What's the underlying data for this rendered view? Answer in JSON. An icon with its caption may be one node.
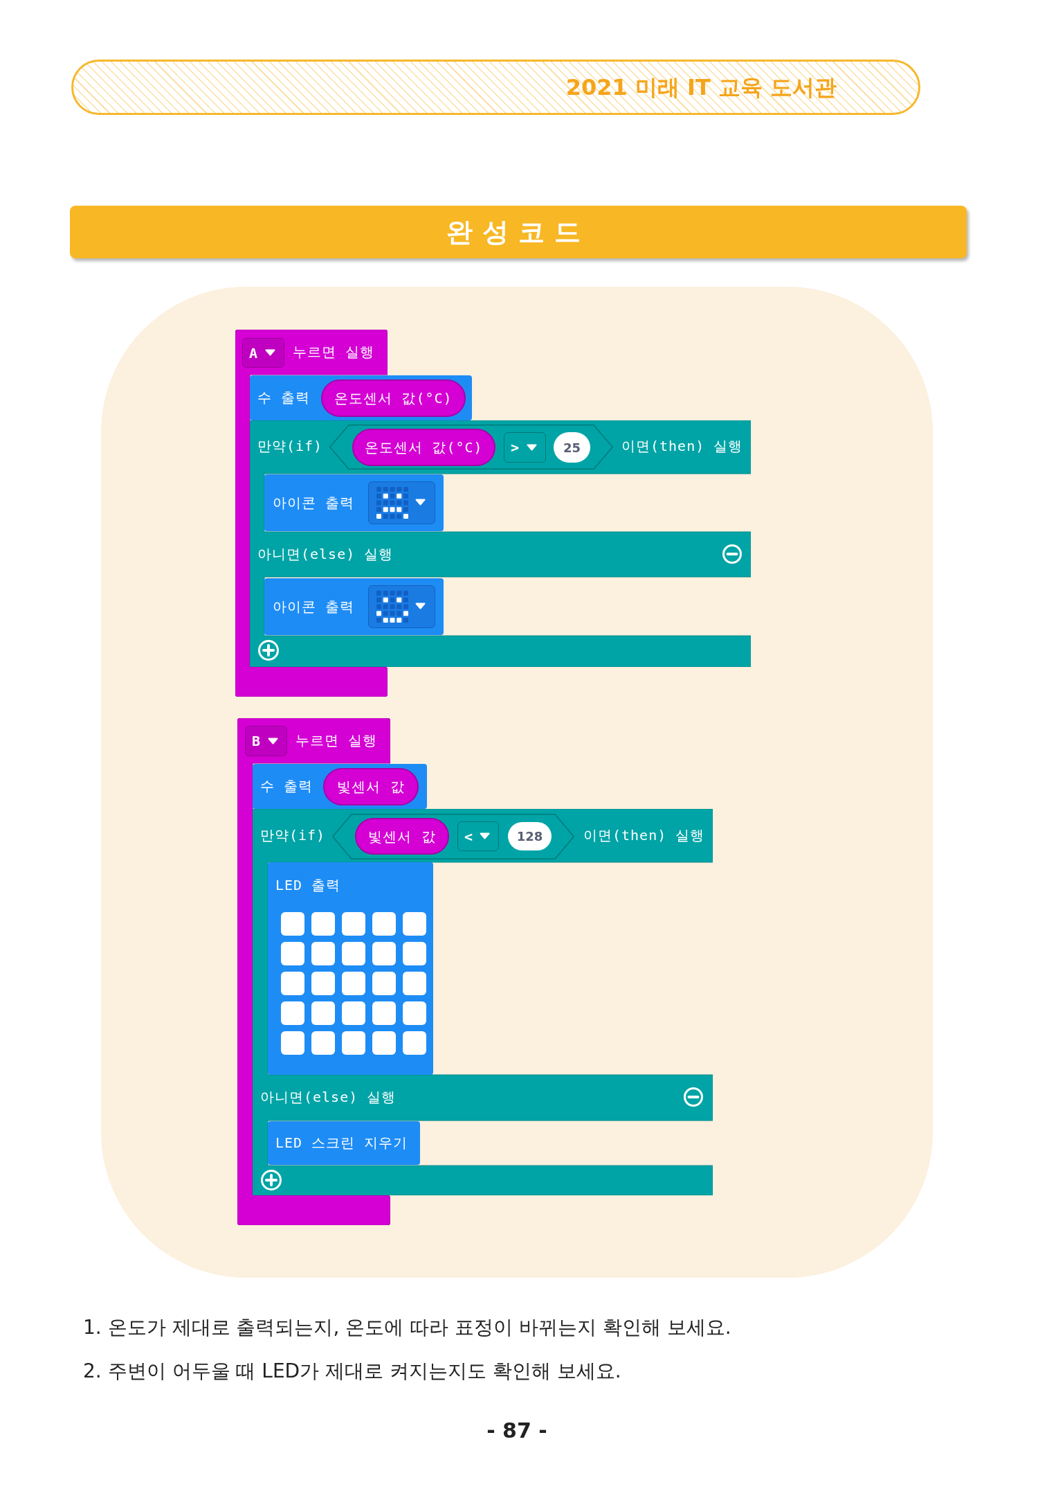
{
  "diagram": {
    "title": "완성코드",
    "nodes": [
      {
        "text": [
          "누르면 실행"
        ]
      },
      {
        "text": [
          "A"
        ],
        "in": 0
      },
      {
        "text": [
          "수 출력"
        ]
      },
      {
        "text": [
          "온도센서 값(°C)"
        ],
        "in": 2
      },
      {
        "text": [
          "만약(if)",
          "이면(then) 실행",
          "아니면(else) 실행"
        ]
      },
      {
        "text": [],
        "shape": "hexagon",
        "in": 4
      },
      {
        "text": [
          "온도센서 값(°C)"
        ],
        "in": 5
      },
      {
        "text": [
          ">"
        ],
        "in": 5
      },
      {
        "text": [
          "25"
        ],
        "in": 5
      },
      {
        "text": [
          "아이콘 출력"
        ],
        "in": 4
      },
      {
        "text": [
          "아이콘 출력"
        ],
        "in": 4
      },
      {
        "text": [
          "누르면 실행"
        ]
      },
      {
        "text": [
          "B"
        ],
        "in": 11
      },
      {
        "text": [
          "수 출력"
        ]
      },
      {
        "text": [
          "빛센서 값"
        ],
        "in": 13
      },
      {
        "text": [
          "만약(if)",
          "이면(then) 실행",
          "아니면(else) 실행"
        ]
      },
      {
        "text": [],
        "shape": "hexagon",
        "in": 15
      },
      {
        "text": [
          "빛센서 값"
        ],
        "in": 16
      },
      {
        "text": [
          "<"
        ],
        "in": 16
      },
      {
        "text": [
          "128"
        ],
        "in": 16
      },
      {
        "text": [
          "LED 출력"
        ],
        "in": 15
      },
      {
        "text": [
          "LED 스크린 지우기"
        ],
        "in": 15
      }
    ],
    "labels": [
      "2021 미래 IT 교육 도서관",
      "1. 온도가 제대로 출력되는지, 온도에 따라 표정이 바뀌는지 확인해 보세요.",
      "2. 주변이 어두울 때 LED가 제대로 켜지는지도 확인해 보세요.",
      "- 87 -"
    ]
  }
}
